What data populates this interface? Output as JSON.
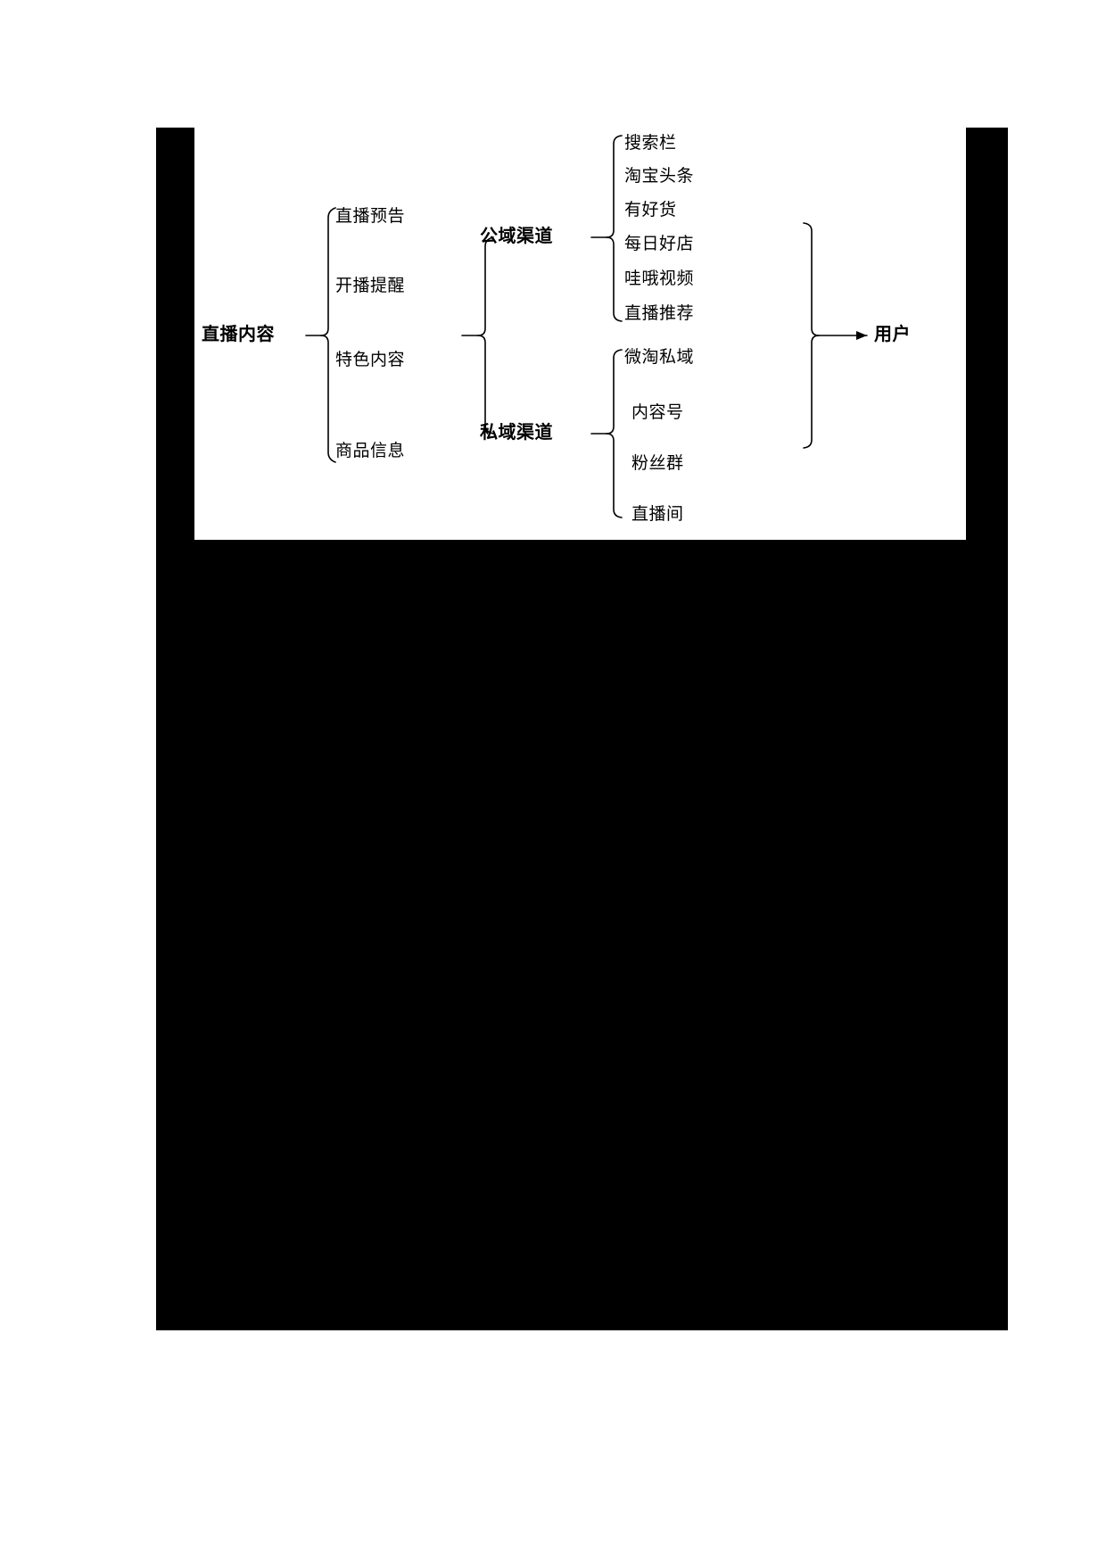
{
  "diagram": {
    "type": "tree",
    "orientation": "left-to-right",
    "root": {
      "label": "直播内容",
      "level": 1
    },
    "content_types": [
      {
        "label": "直播预告"
      },
      {
        "label": "开播提醒"
      },
      {
        "label": "特色内容"
      },
      {
        "label": "商品信息"
      }
    ],
    "channels": [
      {
        "label": "公域渠道",
        "items": [
          {
            "label": "搜索栏"
          },
          {
            "label": "淘宝头条"
          },
          {
            "label": "有好货"
          },
          {
            "label": "每日好店"
          },
          {
            "label": "哇哦视频"
          },
          {
            "label": "直播推荐"
          }
        ]
      },
      {
        "label": "私域渠道",
        "items": [
          {
            "label": "微淘私域"
          },
          {
            "label": "内容号"
          },
          {
            "label": "粉丝群"
          },
          {
            "label": "直播间"
          }
        ]
      }
    ],
    "terminal": {
      "label": "用户"
    }
  },
  "colors": {
    "ink": "#000000",
    "page": "#ffffff"
  }
}
